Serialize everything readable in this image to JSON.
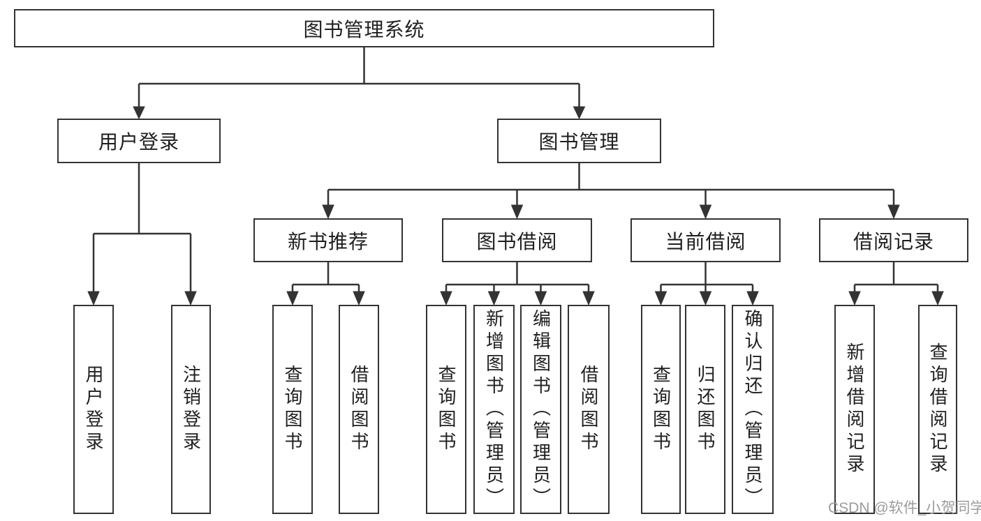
{
  "diagram_type": "functional-structure-tree",
  "colors": {
    "line": "#333333",
    "text": "#1f1f1f",
    "background": "#ffffff",
    "watermark": "#9c9c9c"
  },
  "tree": {
    "root": "图书管理系统",
    "branches": [
      {
        "label": "用户登录",
        "children": [
          "用户登录",
          "注销登录"
        ]
      },
      {
        "label": "图书管理",
        "sections": [
          {
            "label": "新书推荐",
            "children": [
              "查询图书",
              "借阅图书"
            ]
          },
          {
            "label": "图书借阅",
            "children": [
              "查询图书",
              "新增图书（管理员）",
              "编辑图书（管理员）",
              "借阅图书"
            ]
          },
          {
            "label": "当前借阅",
            "children": [
              "查询图书",
              "归还图书",
              "确认归还（管理员）"
            ]
          },
          {
            "label": "借阅记录",
            "children": [
              "新增借阅记录",
              "查询借阅记录"
            ]
          }
        ]
      }
    ]
  },
  "watermark": "CSDN @软件_小贺同学"
}
